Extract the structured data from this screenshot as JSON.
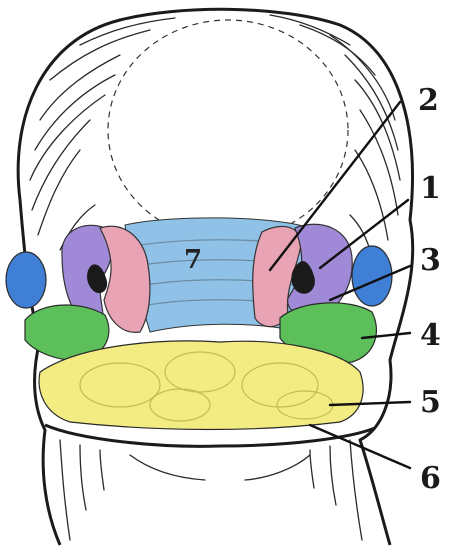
{
  "figure": {
    "labels": {
      "l1": "1",
      "l2": "2",
      "l3": "3",
      "l4": "4",
      "l5": "5",
      "l6": "6",
      "l7": "7"
    },
    "colors": {
      "nasal_process_medial": "#e8a3b4",
      "nasal_process_lateral": "#a08ad8",
      "frontonasal_center": "#8fc2e6",
      "eye": "#3f7fd6",
      "maxillary_process": "#5cbf5a",
      "mandibular_arch": "#f2ec82",
      "nasal_pit": "#1a1a1a"
    }
  }
}
